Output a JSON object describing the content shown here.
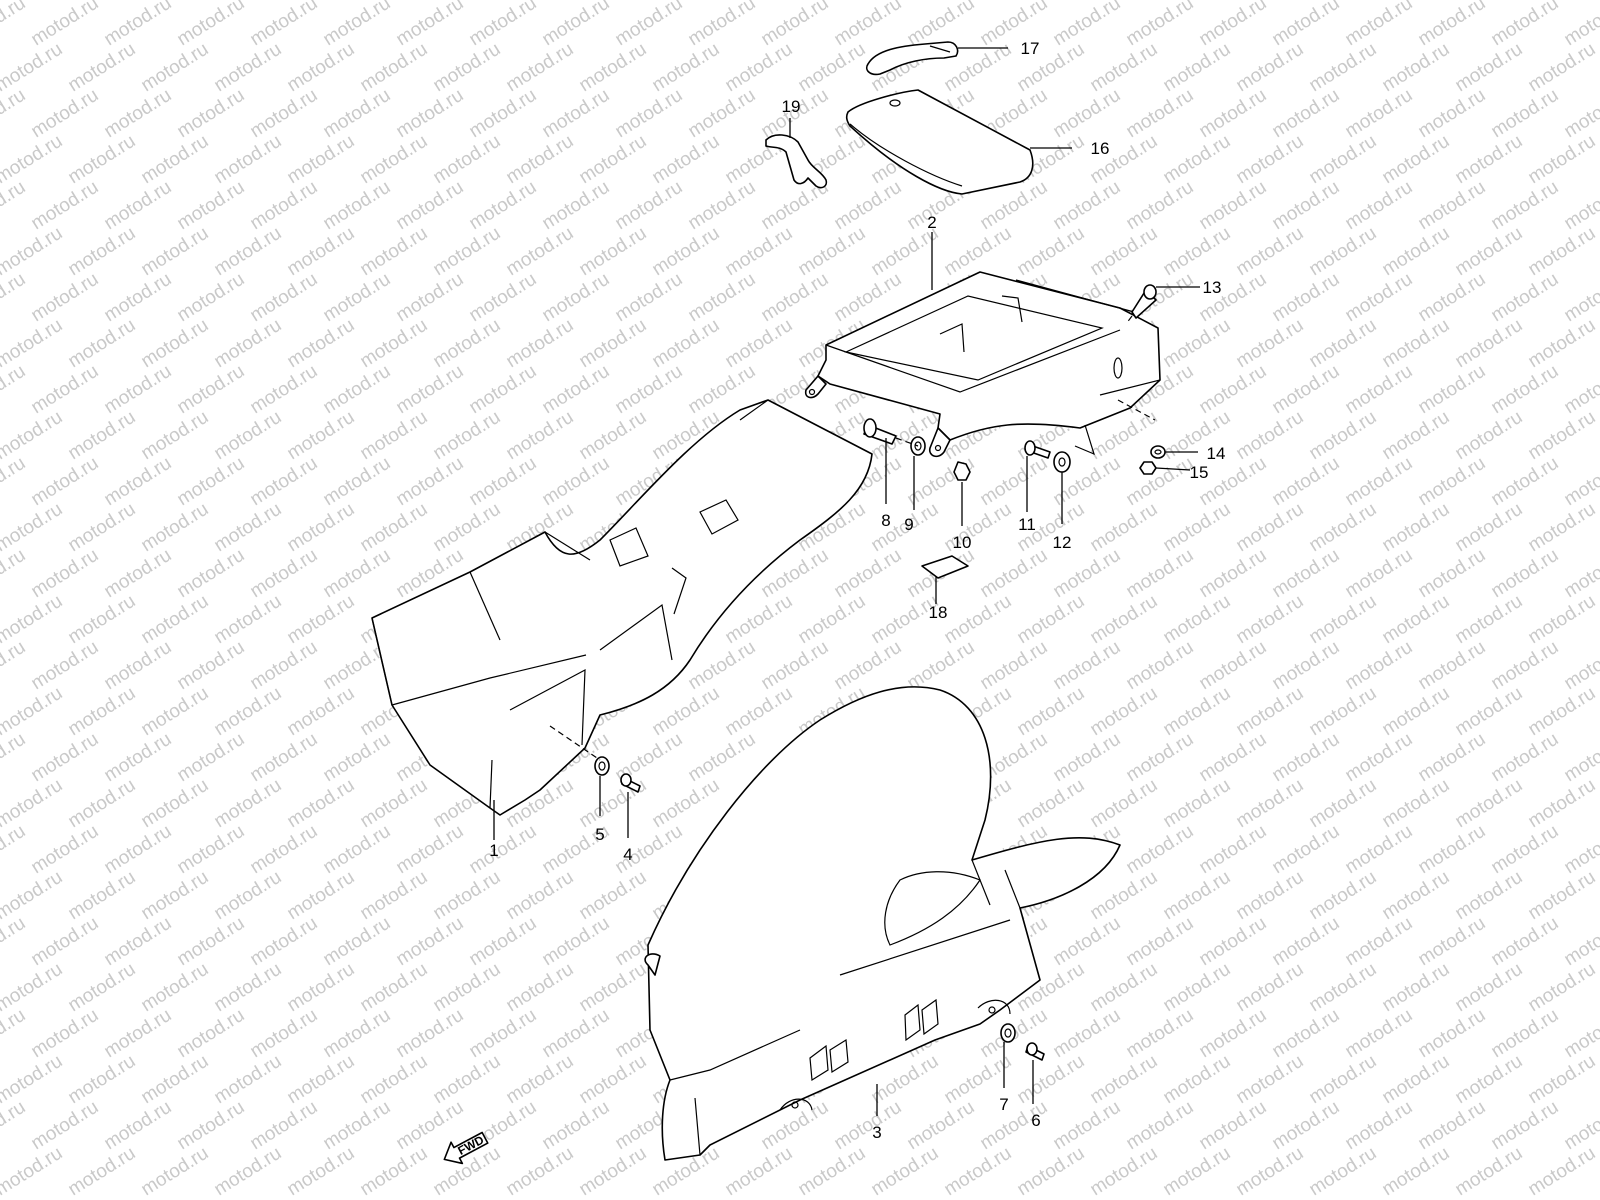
{
  "watermark": {
    "text": "motod.ru"
  },
  "fwd_label": "FWD",
  "callouts": {
    "c1": "1",
    "c2": "2",
    "c3": "3",
    "c4": "4",
    "c5": "5",
    "c6": "6",
    "c7": "7",
    "c8": "8",
    "c9": "9",
    "c10": "10",
    "c11": "11",
    "c12": "12",
    "c13": "13",
    "c14": "14",
    "c15": "15",
    "c16": "16",
    "c17": "17",
    "c18": "18",
    "c19": "19"
  }
}
